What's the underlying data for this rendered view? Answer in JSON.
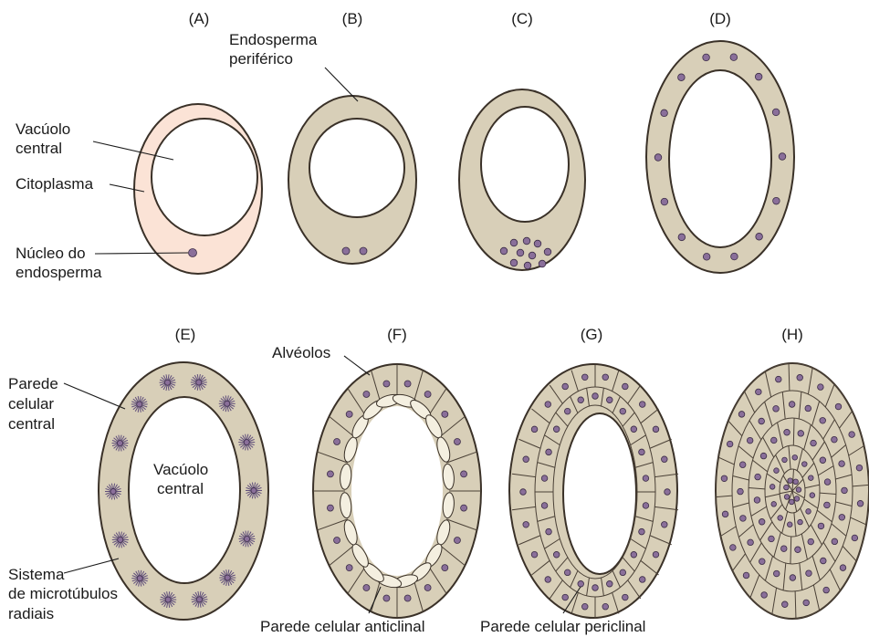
{
  "panels": {
    "A": "(A)",
    "B": "(B)",
    "C": "(C)",
    "D": "(D)",
    "E": "(E)",
    "F": "(F)",
    "G": "(G)",
    "H": "(H)"
  },
  "labels": {
    "vacuolo_central_A": [
      "Vacúolo",
      "central"
    ],
    "citoplasma": "Citoplasma",
    "nucleo_endosperma": [
      "Núcleo do",
      "endosperma"
    ],
    "endosperma_periferico": [
      "Endosperma",
      "periférico"
    ],
    "parede_celular_central": [
      "Parede",
      "celular",
      "central"
    ],
    "vacuolo_central_E": [
      "Vacúolo",
      "central"
    ],
    "sistema_microtubulos": [
      "Sistema",
      "de microtúbulos",
      "radiais"
    ],
    "alveolos": "Alvéolos",
    "parede_anticlinal": "Parede celular anticlinal",
    "parede_periclinal": "Parede celular periclinal"
  },
  "colors": {
    "cytoplasm_A": "#fbe3d6",
    "endosperm": "#d8cfb8",
    "outline": "#3a3128",
    "nucleus": "#8a6f9a",
    "alveolus_fill": "#f4efe0",
    "microtubule": "#5e4c7a"
  }
}
